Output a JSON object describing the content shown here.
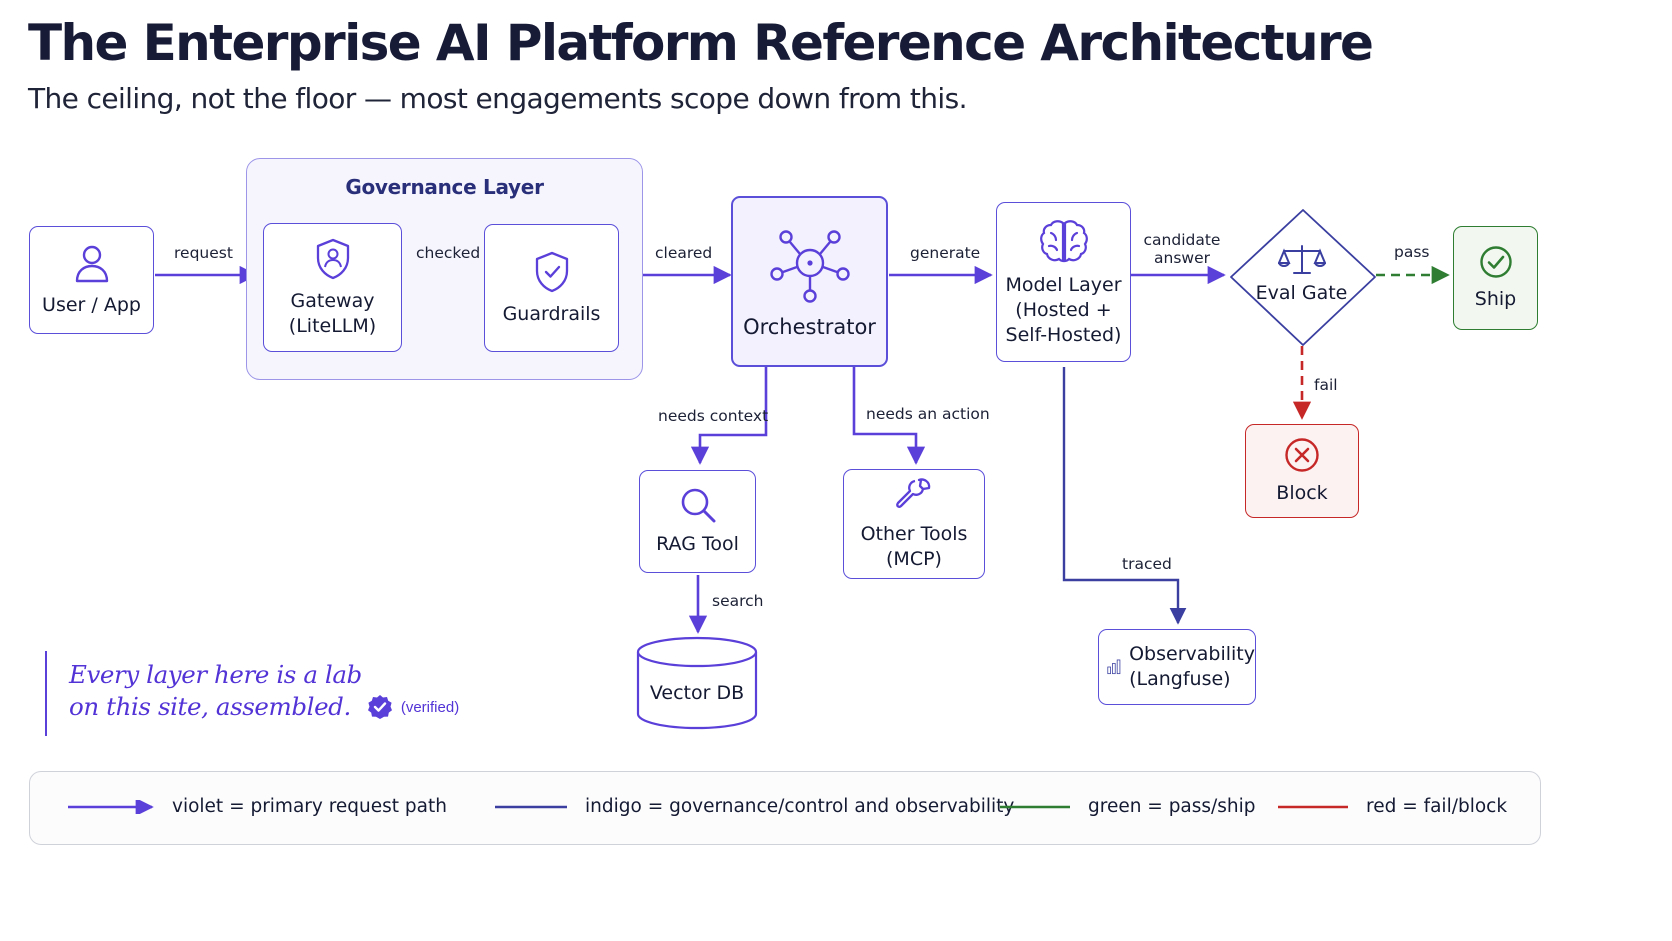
{
  "title": "The Enterprise AI Platform Reference Architecture",
  "subtitle": "The ceiling, not the floor — most engagements scope down from this.",
  "colors": {
    "violet": "#5b3fd9",
    "indigo": "#3a3fa0",
    "green": "#2e7d32",
    "red": "#c62828"
  },
  "governance": {
    "title": "Governance Layer"
  },
  "nodes": {
    "user_app": {
      "label": "User / App",
      "icon": "user-icon"
    },
    "gateway": {
      "label": "Gateway\n(LiteLLM)",
      "icon": "shield-user-icon"
    },
    "guardrails": {
      "label": "Guardrails",
      "icon": "shield-check-icon"
    },
    "orchestrator": {
      "label": "Orchestrator",
      "icon": "hub-network-icon"
    },
    "model_layer": {
      "label": "Model Layer\n(Hosted +\nSelf-Hosted)",
      "icon": "brain-icon"
    },
    "eval_gate": {
      "label": "Eval Gate",
      "icon": "scales-icon"
    },
    "ship": {
      "label": "Ship",
      "icon": "check-circle-icon"
    },
    "block": {
      "label": "Block",
      "icon": "x-circle-icon"
    },
    "rag_tool": {
      "label": "RAG Tool",
      "icon": "magnifier-icon"
    },
    "other_tools": {
      "label": "Other Tools\n(MCP)",
      "icon": "wrench-icon"
    },
    "vector_db": {
      "label": "Vector DB",
      "icon": "database-cylinder"
    },
    "observability": {
      "label": "Observability\n(Langfuse)",
      "icon": "bar-chart-icon"
    }
  },
  "edges": {
    "request": "request",
    "checked": "checked",
    "cleared": "cleared",
    "generate": "generate",
    "candidate_answer": "candidate\nanswer",
    "pass": "pass",
    "fail": "fail",
    "needs_context": "needs context",
    "needs_action": "needs an action",
    "search": "search",
    "traced": "traced"
  },
  "note": {
    "line1": "Every layer here is a lab",
    "line2": "on this site, assembled.",
    "badge": "(verified)",
    "badge_icon": "verified-badge-icon"
  },
  "legend": [
    {
      "text": "violet = primary request path",
      "color": "#5b3fd9",
      "style": "arrow"
    },
    {
      "text": "indigo = governance/control and observability",
      "color": "#3a3fa0",
      "style": "line"
    },
    {
      "text": "green = pass/ship",
      "color": "#2e7d32",
      "style": "line"
    },
    {
      "text": "red = fail/block",
      "color": "#c62828",
      "style": "line"
    }
  ]
}
